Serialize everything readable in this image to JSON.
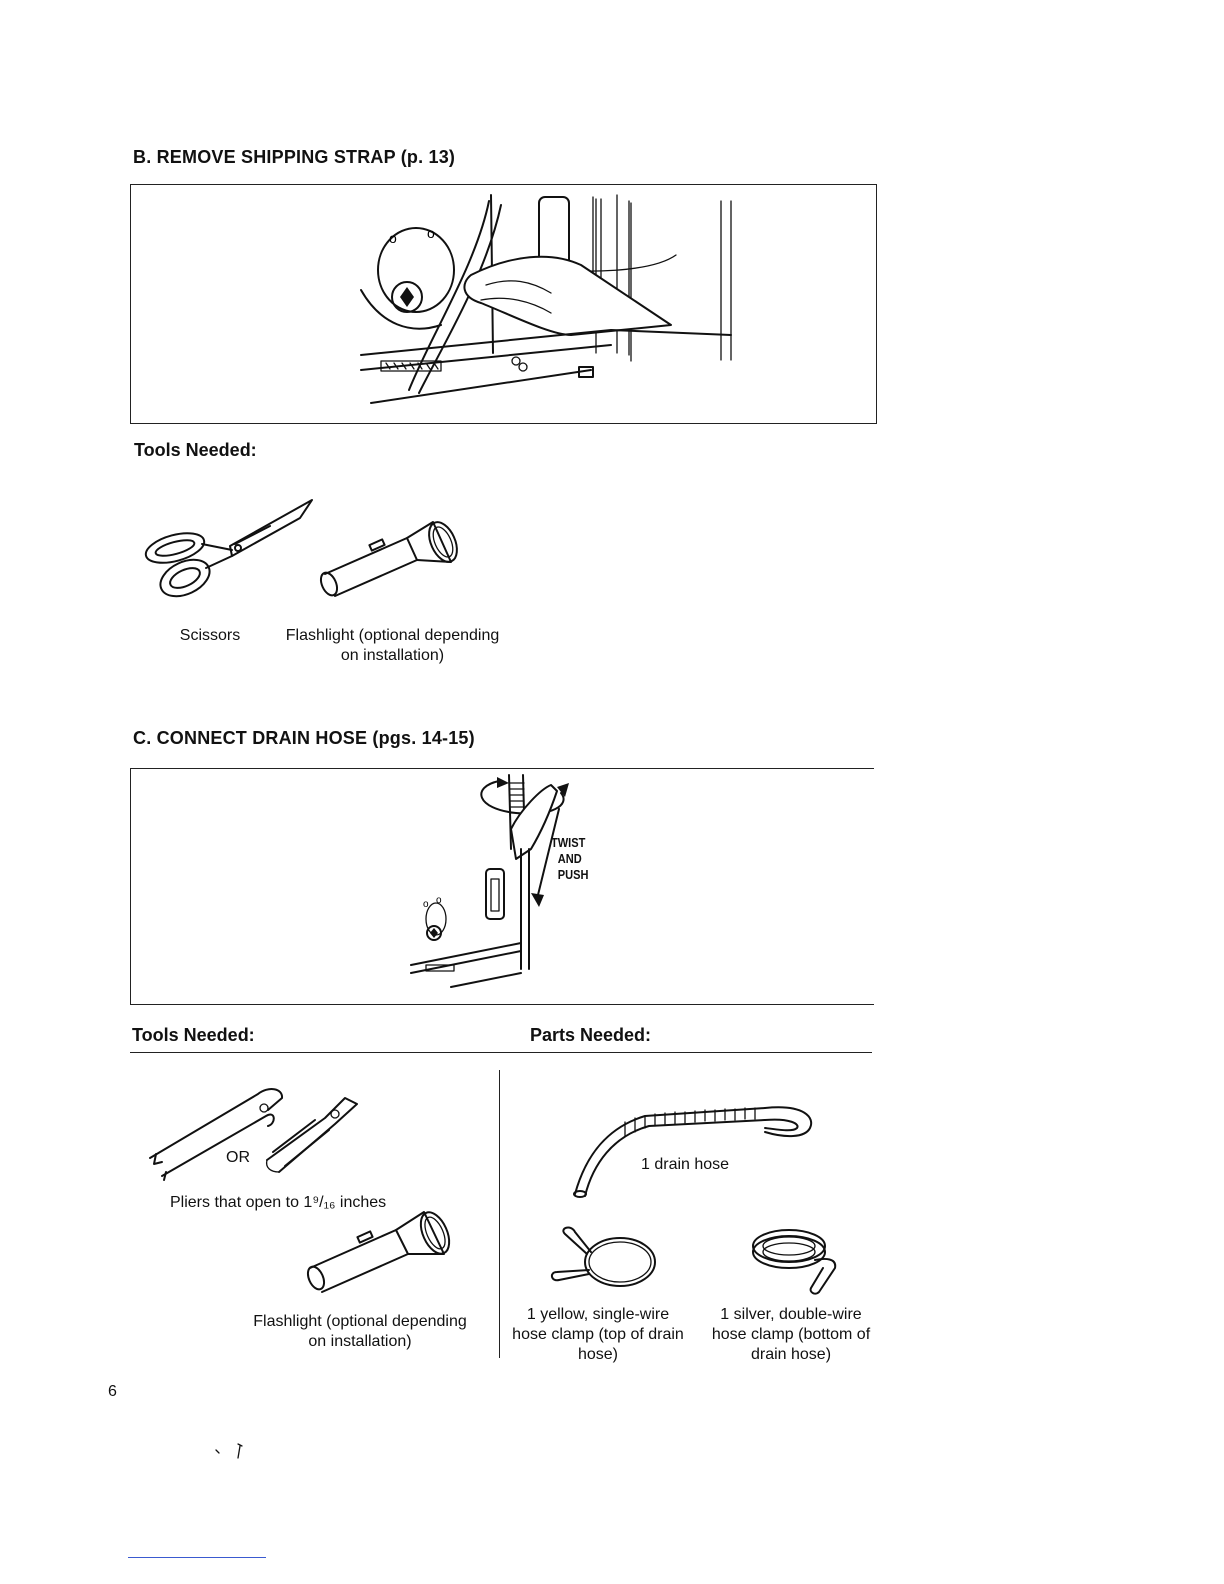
{
  "section_b": {
    "heading": "B. REMOVE SHIPPING STRAP (p. 13)",
    "tools_heading": "Tools Needed:",
    "tools": [
      {
        "label": "Scissors"
      },
      {
        "label": "Flashlight (optional depending on installation)"
      }
    ]
  },
  "section_c": {
    "heading": "C. CONNECT DRAIN HOSE (pgs. 14-15)",
    "figure_callout": [
      "TWIST",
      "AND",
      "PUSH"
    ],
    "tools_heading": "Tools Needed:",
    "parts_heading": "Parts Needed:",
    "or_label": "OR",
    "tools": [
      {
        "label": "Pliers that open to 1⁹/₁₆ inches"
      },
      {
        "label": "Flashlight (optional depending on installation)"
      }
    ],
    "parts": [
      {
        "label": "1 drain hose"
      },
      {
        "label": "1 yellow, single-wire hose clamp (top of drain hose)"
      },
      {
        "label": "1 silver, double-wire hose clamp (bottom of drain hose)"
      }
    ]
  },
  "page_number": "6"
}
